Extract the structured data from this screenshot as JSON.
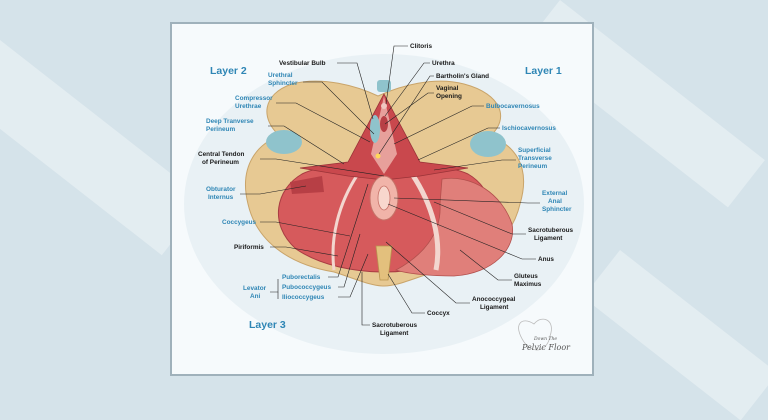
{
  "layers": {
    "layer1": "Layer 1",
    "layer2": "Layer 2",
    "layer3": "Layer 3"
  },
  "labels": {
    "clitoris": "Clitoris",
    "vestibular_bulb": "Vestibular Bulb",
    "urethra": "Urethra",
    "urethral_sphincter_1": "Urethral",
    "urethral_sphincter_2": "Sphincter",
    "bartholins_gland": "Bartholin's Gland",
    "vaginal_opening_1": "Vaginal",
    "vaginal_opening_2": "Opening",
    "compressor_1": "Compressor",
    "compressor_2": "Urethrae",
    "bulbocavernosus": "Bulbocavernosus",
    "deep_transverse_1": "Deep Tranverse",
    "deep_transverse_2": "Perineum",
    "ischiocavernosus": "Ischiocavernosus",
    "central_tendon_1": "Central Tendon",
    "central_tendon_2": "of Perineum",
    "superficial_1": "Superficial",
    "superficial_2": "Transverse",
    "superficial_3": "Perineum",
    "obturator_1": "Obturator",
    "obturator_2": "Internus",
    "external_anal_1": "External",
    "external_anal_2": "Anal",
    "external_anal_3": "Sphincter",
    "coccygeus": "Coccygeus",
    "sacrotuberous_r_1": "Sacrotuberous",
    "sacrotuberous_r_2": "Ligament",
    "piriformis": "Piriformis",
    "anus": "Anus",
    "puborectalis": "Puborectalis",
    "gluteus_1": "Gluteus",
    "gluteus_2": "Maximus",
    "levator_1": "Levator",
    "levator_2": "Ani",
    "pubococcygeus": "Pubococcygeus",
    "iliococcygeus": "Iliococcygeus",
    "anococcygeal_1": "Anococcygeal",
    "anococcygeal_2": "Ligament",
    "coccyx": "Coccyx",
    "sacrotuberous_b_1": "Sacrotuberous",
    "sacrotuberous_b_2": "Ligament"
  },
  "logo": {
    "line1": "Down The",
    "line2": "Pelvic Floor"
  },
  "colors": {
    "background": "#d5e3ea",
    "card": "#f6fafc",
    "bone": "#e7c993",
    "muscle": "#d65a5c",
    "muscle_dark": "#b73f45",
    "cartilage": "#8fc3cc",
    "label_blue": "#2f86b5"
  }
}
